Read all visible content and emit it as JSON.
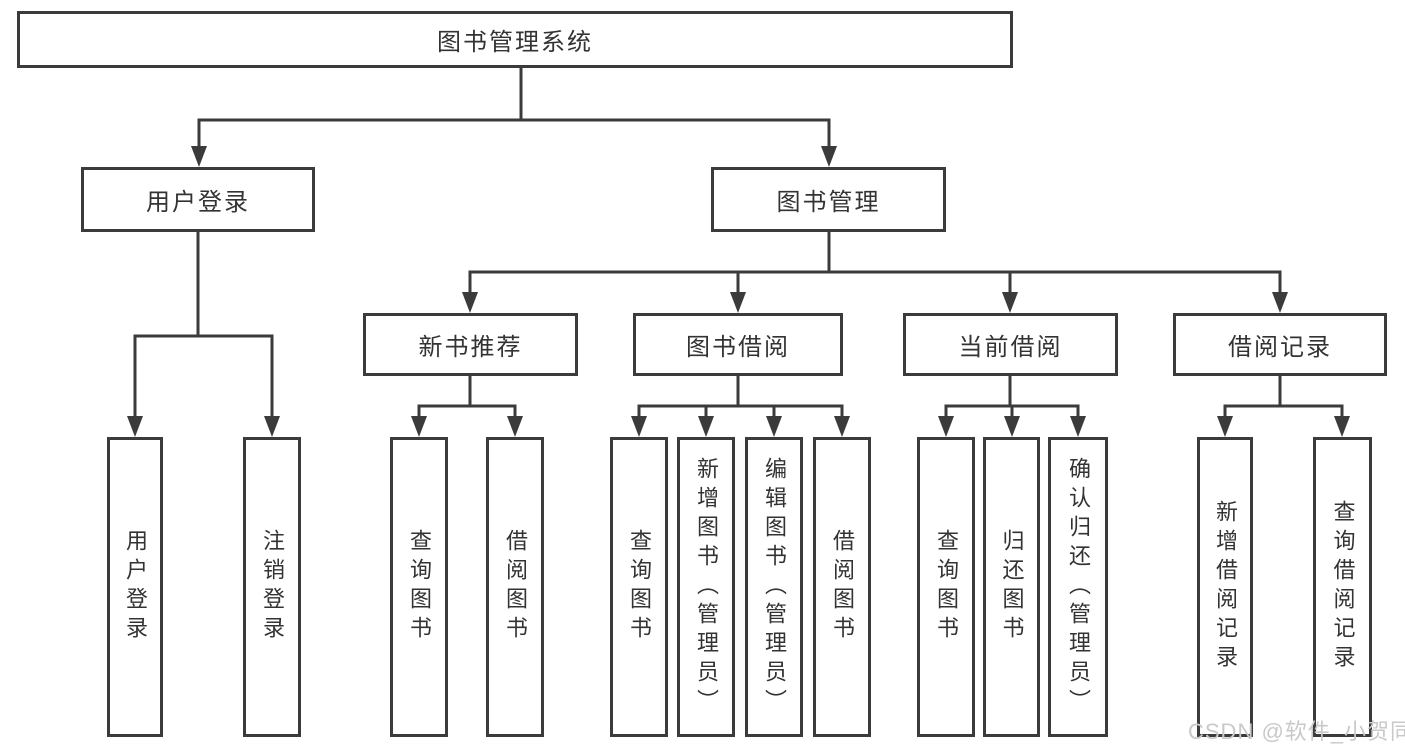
{
  "diagram": {
    "title": "图书管理系统",
    "level2": {
      "user_login": "用户登录",
      "book_mgmt": "图书管理"
    },
    "level3": {
      "new_books": "新书推荐",
      "book_borrow": "图书借阅",
      "current_borrow": "当前借阅",
      "borrow_records": "借阅记录"
    },
    "leaves": {
      "user_login": [
        "用户登录",
        "注销登录"
      ],
      "new_books": [
        "查询图书",
        "借阅图书"
      ],
      "book_borrow": [
        "查询图书",
        "新增图书（管理员）",
        "编辑图书（管理员）",
        "借阅图书"
      ],
      "current_borrow": [
        "查询图书",
        "归还图书",
        "确认归还（管理员）"
      ],
      "borrow_records": [
        "新增借阅记录",
        "查询借阅记录"
      ]
    },
    "colors": {
      "line": "#3b3b3b",
      "text": "#333333",
      "background": "#ffffff",
      "watermark_color": "#c9c9c9"
    }
  },
  "watermark": "CSDN @软件_小贺同学"
}
